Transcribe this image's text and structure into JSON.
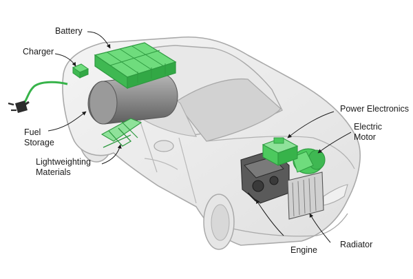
{
  "labels": {
    "battery": "Battery",
    "charger": "Charger",
    "fuel_storage": [
      "Fuel",
      "Storage"
    ],
    "lightweighting": [
      "Lightweighting",
      "Materials"
    ],
    "power_electronics": "Power Electronics",
    "electric_motor": [
      "Electric",
      "Motor"
    ],
    "engine": "Engine",
    "radiator": "Radiator"
  },
  "colors": {
    "component_green": "#4cc95e",
    "component_green_dark": "#2e9a40",
    "cable_green": "#37b34a",
    "car_body": "#ececec",
    "car_outline": "#a9a9a9",
    "glass": "#d2d2d2",
    "tank": "#8c8c8c",
    "engine": "#5a5a5a",
    "leader_line": "#1a1a1a"
  },
  "icons": {
    "plug": "plug-icon"
  }
}
